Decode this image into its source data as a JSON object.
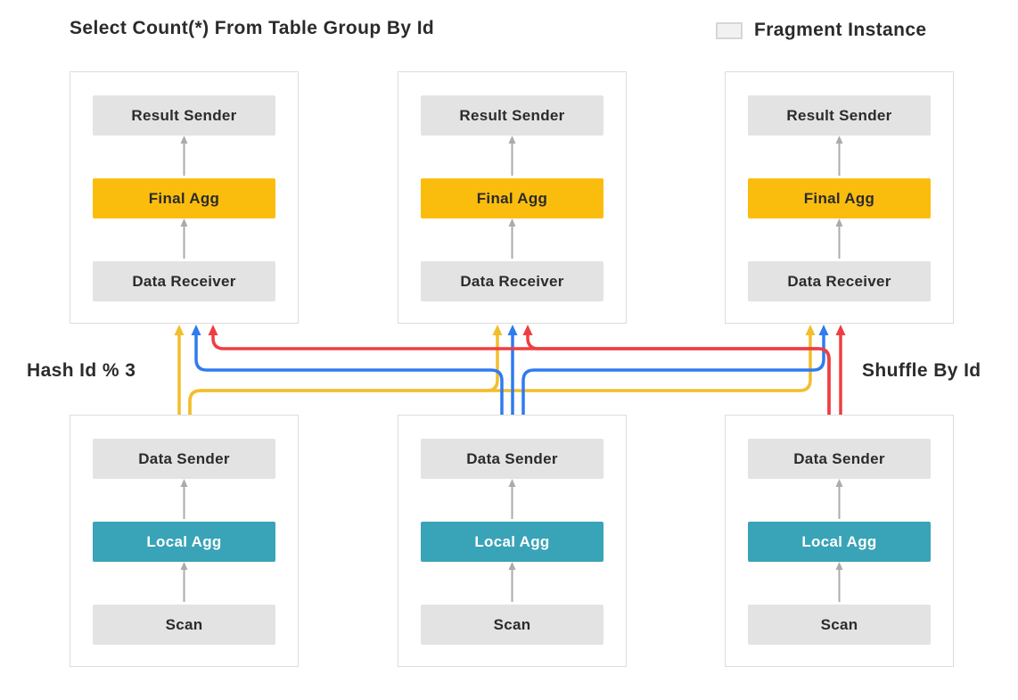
{
  "title": "Select Count(*) From Table Group By Id",
  "legend": {
    "label": "Fragment Instance"
  },
  "shuffle_labels": {
    "left": "Hash Id % 3",
    "right": "Shuffle By Id"
  },
  "nodes": {
    "result_sender": "Result Sender",
    "final_agg": "Final Agg",
    "data_receiver": "Data Receiver",
    "data_sender": "Data Sender",
    "local_agg": "Local Agg",
    "scan": "Scan"
  },
  "colors": {
    "final_agg_fill": "#fbbd0d",
    "local_agg_fill": "#39a3b7",
    "node_gray_fill": "#e3e3e3",
    "edge_yellow": "#f2be2c",
    "edge_blue": "#2f7bf0",
    "edge_red": "#ee3e42",
    "internal_arrow_gray": "#ababab"
  },
  "fragments": {
    "upper_flow": [
      "Data Receiver",
      "Final Agg",
      "Result Sender"
    ],
    "lower_flow": [
      "Scan",
      "Local Agg",
      "Data Sender"
    ]
  },
  "shuffle_edges": [
    {
      "from": "lower-fragment-1",
      "to": "upper-fragment-1",
      "color": "yellow"
    },
    {
      "from": "lower-fragment-1",
      "to": "upper-fragment-2",
      "color": "yellow"
    },
    {
      "from": "lower-fragment-1",
      "to": "upper-fragment-3",
      "color": "yellow"
    },
    {
      "from": "lower-fragment-2",
      "to": "upper-fragment-1",
      "color": "blue"
    },
    {
      "from": "lower-fragment-2",
      "to": "upper-fragment-2",
      "color": "blue"
    },
    {
      "from": "lower-fragment-2",
      "to": "upper-fragment-3",
      "color": "blue"
    },
    {
      "from": "lower-fragment-3",
      "to": "upper-fragment-1",
      "color": "red"
    },
    {
      "from": "lower-fragment-3",
      "to": "upper-fragment-2",
      "color": "red"
    },
    {
      "from": "lower-fragment-3",
      "to": "upper-fragment-3",
      "color": "red"
    }
  ]
}
